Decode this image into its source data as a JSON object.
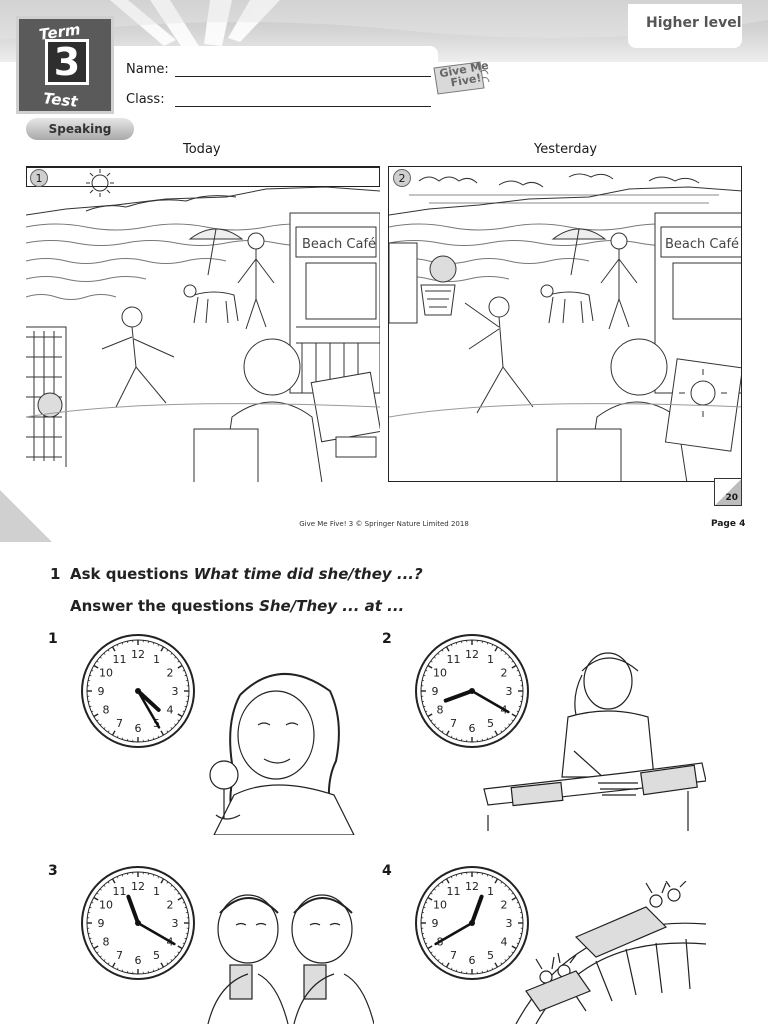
{
  "header": {
    "term_word": "Term",
    "term_number": "3",
    "test_word": "Test",
    "level": "Higher level",
    "name_label": "Name:",
    "class_label": "Class:",
    "logo_text": "Give Me Five!",
    "section": "Speaking"
  },
  "picture_task": {
    "today_label": "Today",
    "yesterday_label": "Yesterday",
    "panel1_number": "1",
    "panel2_number": "2",
    "score": "20",
    "cafe_sign": "Beach Café"
  },
  "footer": {
    "copyright": "Give Me Five! 3 © Springer Nature Limited 2018",
    "page": "Page 4"
  },
  "exercise": {
    "number": "1",
    "line1_plain": "Ask questions ",
    "line1_italic": "What time did she/they ...?",
    "line2_plain": "Answer the questions ",
    "line2_italic": "She/They ... at ...",
    "items": [
      {
        "number": "1",
        "hour": 4,
        "minute": 25
      },
      {
        "number": "2",
        "hour": 8,
        "minute": 20
      },
      {
        "number": "3",
        "hour": 11,
        "minute": 20
      },
      {
        "number": "4",
        "hour": 12,
        "minute": 40
      }
    ]
  },
  "clock_numerals": [
    "12",
    "1",
    "2",
    "3",
    "4",
    "5",
    "6",
    "7",
    "8",
    "9",
    "10",
    "11"
  ]
}
